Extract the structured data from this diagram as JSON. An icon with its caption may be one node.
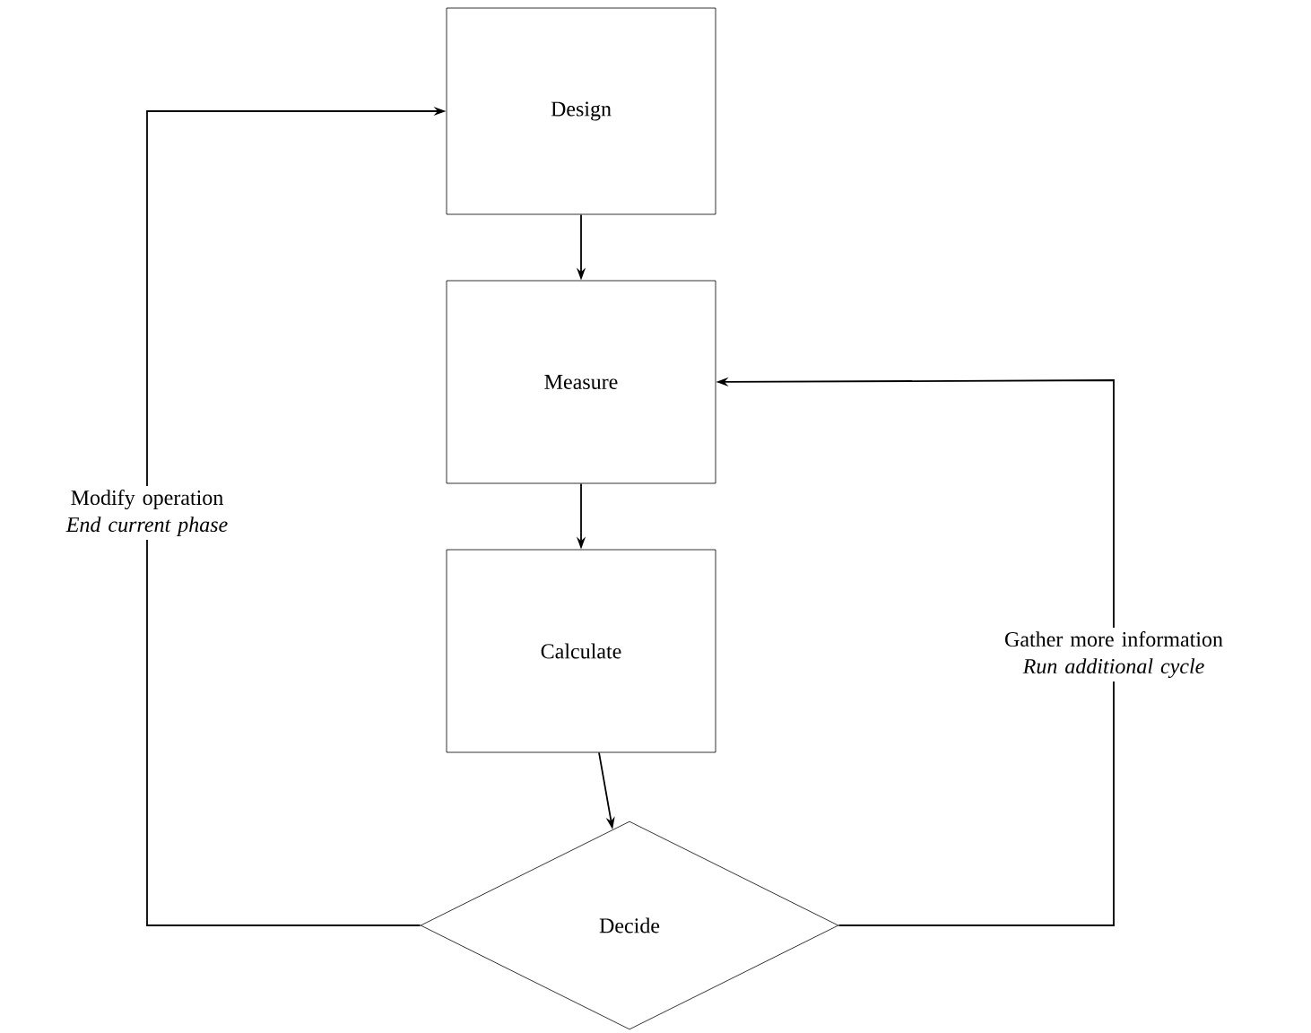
{
  "diagram": {
    "nodes": [
      {
        "text": [
          "Design"
        ]
      },
      {
        "text": [
          "Measure"
        ]
      },
      {
        "text": [
          "Calculate"
        ]
      },
      {
        "text": [
          "Decide"
        ]
      }
    ],
    "edges": [
      {
        "from": 0,
        "to": 1,
        "arrow": "to"
      },
      {
        "from": 1,
        "to": 2,
        "arrow": "to"
      },
      {
        "from": 2,
        "to": 3,
        "arrow": "to"
      },
      {
        "from": 3,
        "to": 0,
        "arrow": "to",
        "label": "Modify operation *End current phase*"
      },
      {
        "from": 3,
        "to": 1,
        "arrow": "to",
        "label": "Gather more information *Run additional cycle*"
      }
    ]
  }
}
